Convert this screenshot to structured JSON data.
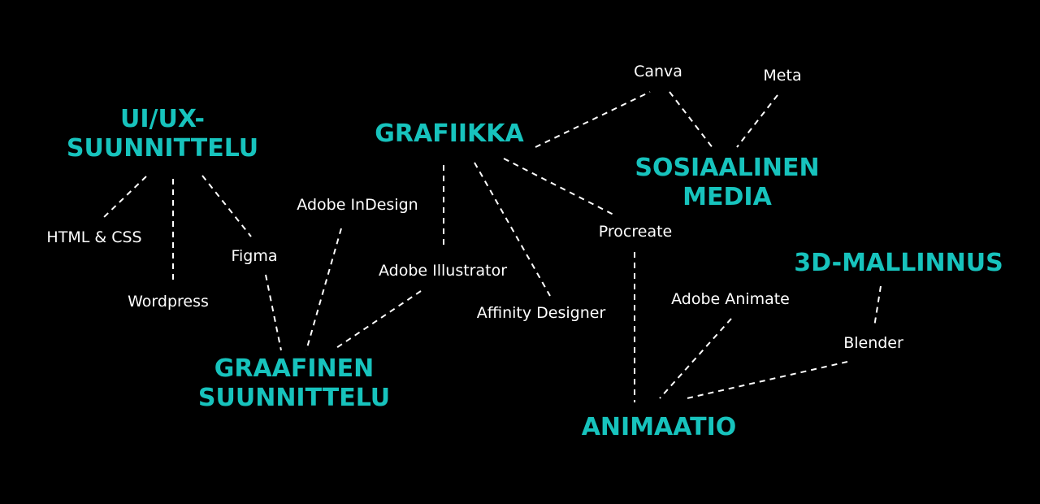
{
  "colors": {
    "background": "#000000",
    "category": "#17c3bd",
    "tool": "#ffffff",
    "connector": "#ffffff"
  },
  "categories": {
    "uiux": {
      "line1": "UI/UX-",
      "line2": "SUUNNITTELU"
    },
    "grafiikka": {
      "line1": "GRAFIIKKA"
    },
    "somedia": {
      "line1": "SOSIAALINEN",
      "line2": "MEDIA"
    },
    "graafinen": {
      "line1": "GRAAFINEN",
      "line2": "SUUNNITTELU"
    },
    "mallinnus": {
      "line1": "3D-MALLINNUS"
    },
    "animaatio": {
      "line1": "ANIMAATIO"
    }
  },
  "tools": {
    "html_css": "HTML & CSS",
    "wordpress": "Wordpress",
    "figma": "Figma",
    "indesign": "Adobe InDesign",
    "illustrator": "Adobe Illustrator",
    "affinity": "Affinity Designer",
    "procreate": "Procreate",
    "canva": "Canva",
    "meta": "Meta",
    "animate": "Adobe Animate",
    "blender": "Blender"
  }
}
